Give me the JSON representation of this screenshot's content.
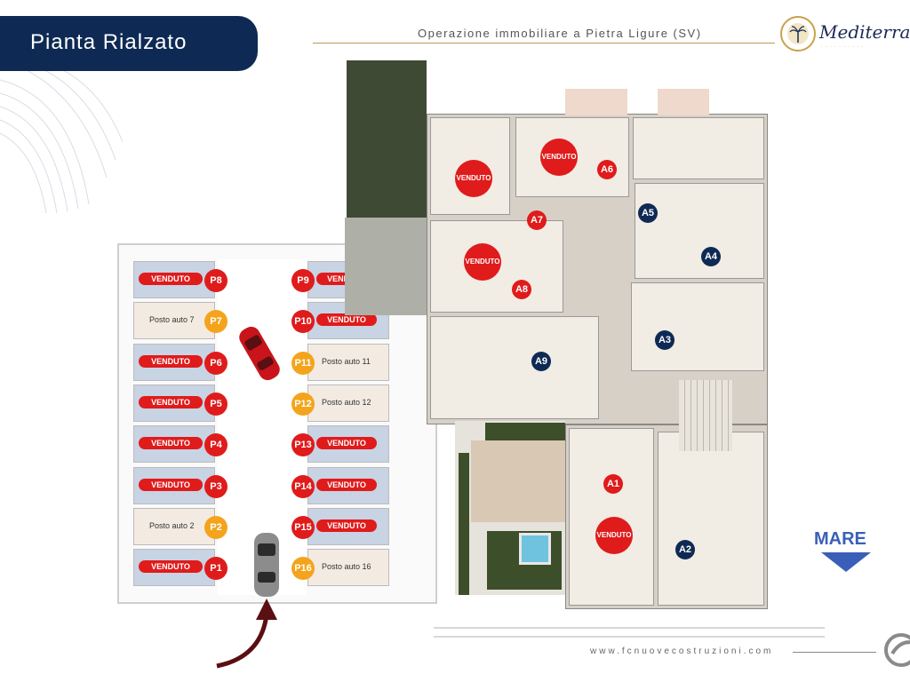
{
  "header": {
    "title": "Pianta Rialzato",
    "subtitle": "Operazione immobiliare a Pietra Ligure (SV)",
    "logo_text": "Mediterranéo",
    "logo_tagline": "· · · · · · · · · ·"
  },
  "footer": {
    "url": "www.fcnuovecostruzioni.com"
  },
  "compass": {
    "label": "MARE"
  },
  "sold_label": "VENDUTO",
  "parking_left": [
    {
      "id": "P8",
      "status": "sold",
      "label": "VENDUTO"
    },
    {
      "id": "P7",
      "status": "free",
      "label": "Posto auto 7"
    },
    {
      "id": "P6",
      "status": "sold",
      "label": "VENDUTO"
    },
    {
      "id": "P5",
      "status": "sold",
      "label": "VENDUTO"
    },
    {
      "id": "P4",
      "status": "sold",
      "label": "VENDUTO"
    },
    {
      "id": "P3",
      "status": "sold",
      "label": "VENDUTO"
    },
    {
      "id": "P2",
      "status": "free",
      "label": "Posto auto 2"
    },
    {
      "id": "P1",
      "status": "sold",
      "label": "VENDUTO"
    }
  ],
  "parking_right": [
    {
      "id": "P9",
      "status": "sold",
      "label": "VENDUTO"
    },
    {
      "id": "P10",
      "status": "sold",
      "label": "VENDUTO"
    },
    {
      "id": "P11",
      "status": "free",
      "label": "Posto auto 11"
    },
    {
      "id": "P12",
      "status": "free",
      "label": "Posto auto 12"
    },
    {
      "id": "P13",
      "status": "sold",
      "label": "VENDUTO"
    },
    {
      "id": "P14",
      "status": "sold",
      "label": "VENDUTO"
    },
    {
      "id": "P15",
      "status": "sold",
      "label": "VENDUTO"
    },
    {
      "id": "P16",
      "status": "free",
      "label": "Posto auto 16"
    }
  ],
  "apartments": [
    {
      "id": "A1",
      "status": "sold"
    },
    {
      "id": "A2",
      "status": "available"
    },
    {
      "id": "A3",
      "status": "available"
    },
    {
      "id": "A4",
      "status": "available"
    },
    {
      "id": "A5",
      "status": "available"
    },
    {
      "id": "A6",
      "status": "sold"
    },
    {
      "id": "A7",
      "status": "sold"
    },
    {
      "id": "A8",
      "status": "sold"
    },
    {
      "id": "A9",
      "status": "available"
    }
  ],
  "colors": {
    "navy": "#0e2a54",
    "sold_red": "#e01b1b",
    "free_orange": "#f4a41c",
    "gold": "#c9a24a",
    "mare_blue": "#3a5fb8"
  }
}
